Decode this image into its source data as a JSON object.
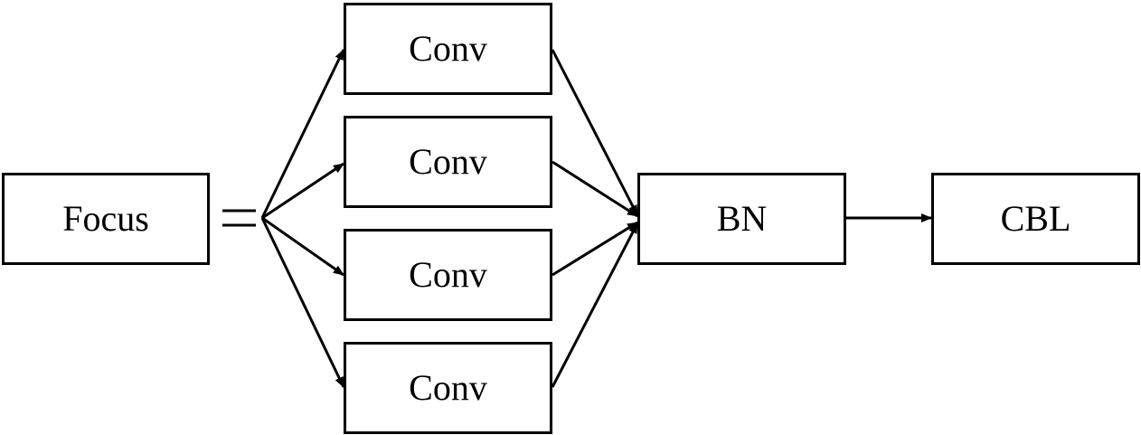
{
  "nodes": {
    "focus": "Focus",
    "equals": "=",
    "conv": [
      "Conv",
      "Conv",
      "Conv",
      "Conv"
    ],
    "bn": "BN",
    "cbl": "CBL"
  },
  "colors": {
    "stroke": "#000000",
    "fill": "#ffffff",
    "text": "#000000"
  }
}
